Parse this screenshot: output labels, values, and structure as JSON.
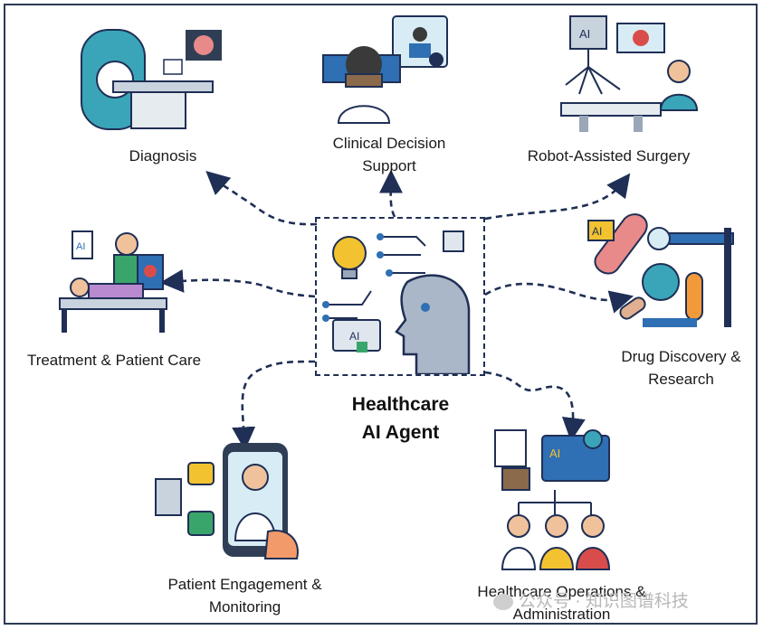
{
  "diagram": {
    "center": {
      "title_line1": "Healthcare",
      "title_line2": "AI Agent",
      "icon": "ai-brain-circuit-icon"
    },
    "nodes": [
      {
        "id": "diagnosis",
        "line1": "Diagnosis",
        "line2": "",
        "icon": "mri-scanner-icon"
      },
      {
        "id": "clinical",
        "line1": "Clinical Decision",
        "line2": "Support",
        "icon": "vr-doctor-icon"
      },
      {
        "id": "robot",
        "line1": "Robot-Assisted Surgery",
        "line2": "",
        "icon": "robot-arm-surgery-icon"
      },
      {
        "id": "treatment",
        "line1": "Treatment & Patient Care",
        "line2": "",
        "icon": "patient-bed-icon"
      },
      {
        "id": "drug",
        "line1": "Drug Discovery &",
        "line2": "Research",
        "icon": "microscope-capsule-icon"
      },
      {
        "id": "engagement",
        "line1": "Patient Engagement &",
        "line2": "Monitoring",
        "icon": "phone-doctor-chat-icon"
      },
      {
        "id": "operations",
        "line1": "Healthcare Operations &",
        "line2": "Administration",
        "icon": "org-chart-monitor-icon"
      }
    ],
    "colors": {
      "frame": "#2b3a55",
      "connector": "#1f2f55",
      "accent_blue": "#2f6fb3",
      "accent_red": "#d94c4c",
      "accent_yellow": "#f2c230"
    }
  },
  "watermark": {
    "text": "公众号 · 知识图谱科技"
  }
}
